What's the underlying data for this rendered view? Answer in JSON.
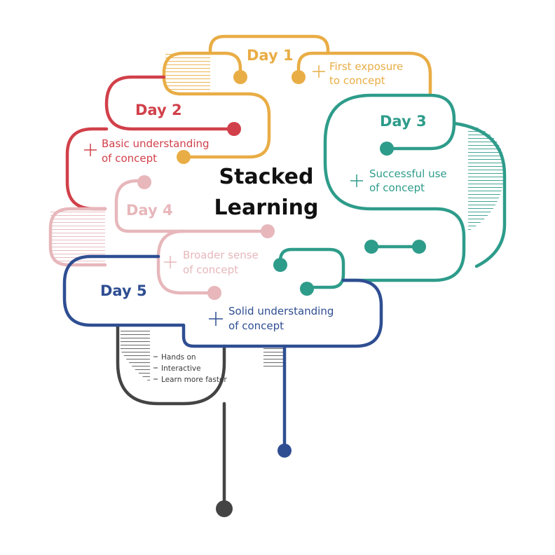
{
  "title": {
    "line1": "Stacked",
    "line2": "Learning"
  },
  "colors": {
    "day1": "#e9ad45",
    "day2": "#d1404a",
    "day3": "#2e9c8a",
    "day4": "#e7b7bb",
    "day5": "#2f4e92",
    "stem": "#444444"
  },
  "days": [
    {
      "label": "Day 1",
      "desc_line1": "First exposure",
      "desc_line2": "to concept"
    },
    {
      "label": "Day 2",
      "desc_line1": "Basic understanding",
      "desc_line2": "of concept"
    },
    {
      "label": "Day 3",
      "desc_line1": "Successful use",
      "desc_line2": "of concept"
    },
    {
      "label": "Day 4",
      "desc_line1": "Broader sense",
      "desc_line2": "of concept"
    },
    {
      "label": "Day 5",
      "desc_line1": "Solid understanding",
      "desc_line2": "of concept"
    }
  ],
  "bullets": [
    {
      "text": "Hands on"
    },
    {
      "text": "Interactive"
    },
    {
      "text": "Learn more faster"
    }
  ]
}
